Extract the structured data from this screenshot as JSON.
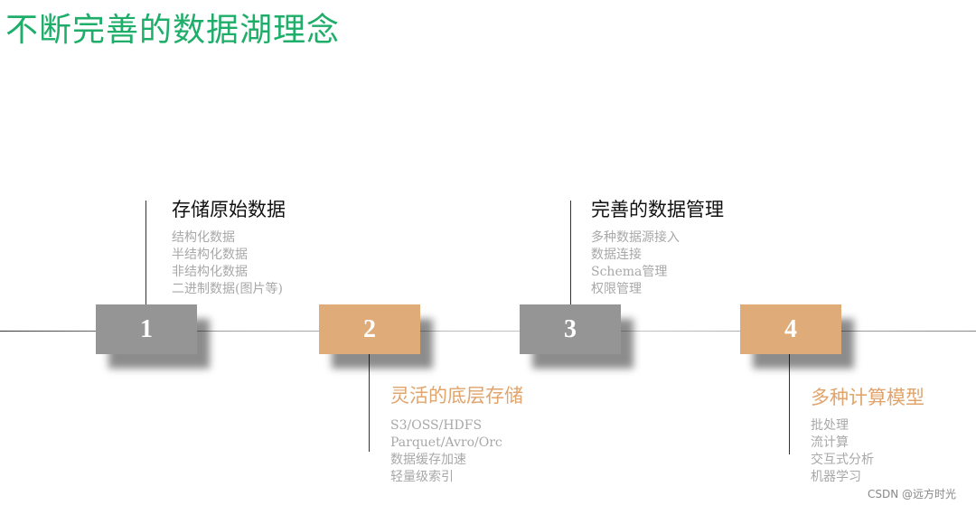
{
  "title": "不断完善的数据湖理念",
  "colors": {
    "title": "#1fae6a",
    "gray_box": "#959595",
    "orange_box": "#dfab78",
    "orange_text": "#e0a46c"
  },
  "steps": [
    {
      "number": "1",
      "heading": "存储原始数据",
      "items": [
        "结构化数据",
        "半结构化数据",
        "非结构化数据",
        "二进制数据(图片等)"
      ]
    },
    {
      "number": "2",
      "heading": "灵活的底层存储",
      "items": [
        "S3/OSS/HDFS",
        "Parquet/Avro/Orc",
        "数据缓存加速",
        "轻量级索引"
      ]
    },
    {
      "number": "3",
      "heading": "完善的数据管理",
      "items": [
        "多种数据源接入",
        "数据连接",
        "Schema管理",
        "权限管理"
      ]
    },
    {
      "number": "4",
      "heading": "多种计算模型",
      "items": [
        "批处理",
        "流计算",
        "交互式分析",
        "机器学习"
      ]
    }
  ],
  "watermark": "CSDN @远方时光"
}
